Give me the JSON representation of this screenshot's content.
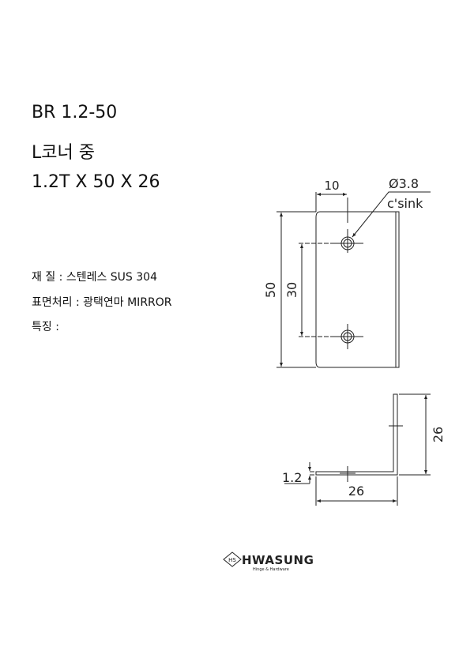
{
  "header": {
    "model": "BR 1.2-50",
    "name": "L코너 중",
    "size": "1.2T X 50 X 26"
  },
  "specs": {
    "material": "재 질 : 스텐레스 SUS 304",
    "finish": "표면처리 : 광택연마 MIRROR",
    "features": "특징 :"
  },
  "drawing": {
    "dim_hole_offset": "10",
    "hole_diameter": "Ø3.8",
    "hole_type": "c'sink",
    "dim_height": "50",
    "dim_hole_spacing": "30",
    "dim_leg_vertical": "26",
    "dim_leg_horizontal": "26",
    "dim_thickness": "1.2"
  },
  "logo": {
    "mark": "HS",
    "brand": "HWASUNG",
    "tagline": "Hinge & Hardware"
  }
}
